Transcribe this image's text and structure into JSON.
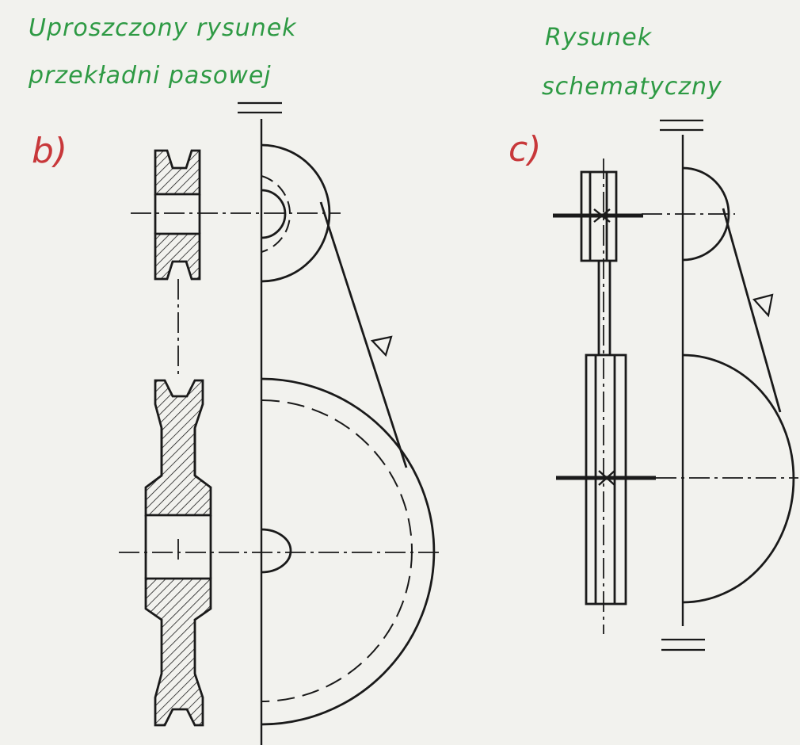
{
  "panel_b": {
    "letter": "b)",
    "title_line1": "Uproszczony rysunek",
    "title_line2": "przekładni pasowej"
  },
  "panel_c": {
    "letter": "c)",
    "title_line1": "Rysunek",
    "title_line2": "schematyczny"
  },
  "colors": {
    "paper": "#f2f2ee",
    "ink": "#1a1a1a",
    "caption": "#2e9a44",
    "letter": "#c8383a"
  }
}
